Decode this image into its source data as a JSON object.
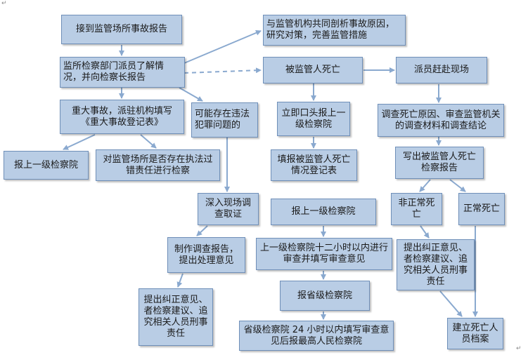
{
  "nodes": {
    "n1": "接到监管场所事故报告",
    "n2": "监所检察部门派员了解情况，并向检察长报告",
    "n3": "与监管机构共同剖析事故原因，研究对策，完善监管措施",
    "n4": "被监管人死亡",
    "n5": "派员赶赴现场",
    "n6": "重大事故，派驻机构填写《重大事故登记表》",
    "n7": "可能存在违法犯罪问题的",
    "n8": "立即口头报上一级检察院",
    "n9": "调查死亡原因、审查监管机关的调查材料和调查结论",
    "n10": "报上一级检察院",
    "n11": "对监管场所是否存在执法过错责任进行检察",
    "n12": "填报被监管人死亡情况登记表",
    "n13": "写出被监管人死亡检察报告",
    "n14": "深入现场调查取证",
    "n15": "报上一级检察院",
    "n16": "非正常死亡",
    "n17": "正常死亡",
    "n18": "制作调查报告，提出处理意见",
    "n19": "上一级检察院十二小时以内进行审查并填写审查意见",
    "n20": "提出纠正意见、者检察建议、追究相关人员刑事责任",
    "n21": "报省级检察院",
    "n22": "提出纠正意见、者检察建议、追究相关人员刑事责任",
    "n23": "省级检察院 24 小时以内填写审查意见后报最高人民检察院",
    "n24": "建立死亡人员档案"
  },
  "colors": {
    "box_fill": "#b9cde5",
    "box_border": "#6f8fb8",
    "arrow": "#8aa9cf"
  }
}
